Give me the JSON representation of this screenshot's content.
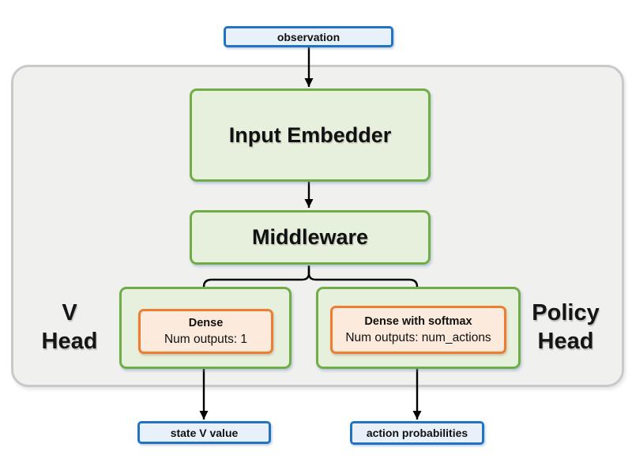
{
  "diagram": {
    "nodes": {
      "observation": {
        "label": "observation"
      },
      "input_embedder": {
        "label": "Input Embedder"
      },
      "middleware": {
        "label": "Middleware"
      },
      "v_head": {
        "line1": "V",
        "line2": "Head"
      },
      "policy_head": {
        "line1": "Policy",
        "line2": "Head"
      },
      "v_dense": {
        "title": "Dense",
        "subtitle": "Num outputs: 1"
      },
      "policy_dense": {
        "title": "Dense with softmax",
        "subtitle": "Num outputs: num_actions"
      },
      "state_v_value": {
        "label": "state V value"
      },
      "action_probabilities": {
        "label": "action probabilities"
      }
    },
    "edges": [
      {
        "from": "observation",
        "to": "input_embedder"
      },
      {
        "from": "input_embedder",
        "to": "middleware"
      },
      {
        "from": "middleware",
        "to": "v_dense"
      },
      {
        "from": "middleware",
        "to": "policy_dense"
      },
      {
        "from": "v_dense",
        "to": "state_v_value"
      },
      {
        "from": "policy_dense",
        "to": "action_probabilities"
      }
    ],
    "colors": {
      "blue_border": "#2374c0",
      "blue_fill": "#e8f1fa",
      "green_border": "#70ad47",
      "green_fill": "#e6f0dc",
      "orange_border": "#ed7d31",
      "orange_fill": "#fcebdc",
      "panel_fill": "#f0f0ef",
      "panel_border": "#c9c9c9",
      "arrow": "#000000"
    }
  }
}
